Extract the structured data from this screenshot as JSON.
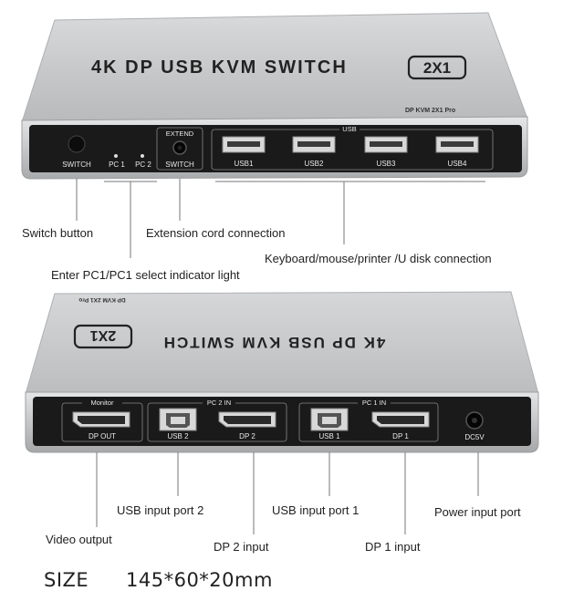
{
  "front_view": {
    "title": "4K DP USB KVM SWITCH",
    "badge": "2X1",
    "model": "DP KVM 2X1 Pro",
    "panel_labels": {
      "switch": "SWITCH",
      "pc1": "PC 1",
      "pc2": "PC 2",
      "extend_top": "EXTEND",
      "extend_bottom": "SWITCH",
      "usb_group": "USB",
      "usb1": "USB1",
      "usb2": "USB2",
      "usb3": "USB3",
      "usb4": "USB4"
    },
    "callouts": {
      "switch_button": "Switch button",
      "extension": "Extension cord connection",
      "indicator": "Enter PC1/PC1 select indicator light",
      "keyboard": "Keyboard/mouse/printer /U disk connection"
    }
  },
  "back_view": {
    "title": "4K DP USB KVM SWITCH",
    "badge": "2X1",
    "model": "DP KVM 2X1 Pro",
    "panel_labels": {
      "monitor": "Monitor",
      "dp_out": "DP OUT",
      "pc2_in": "PC 2 IN",
      "usb2": "USB 2",
      "dp2": "DP 2",
      "pc1_in": "PC 1 IN",
      "usb1": "USB 1",
      "dp1": "DP 1",
      "dc5v": "DC5V"
    },
    "callouts": {
      "usb_input_2": "USB input port 2",
      "usb_input_1": "USB input port 1",
      "power": "Power input port",
      "video_output": "Video output",
      "dp2_input": "DP 2 input",
      "dp1_input": "DP 1 input"
    }
  },
  "size": {
    "label": "SIZE",
    "value": "145*60*20mm"
  }
}
